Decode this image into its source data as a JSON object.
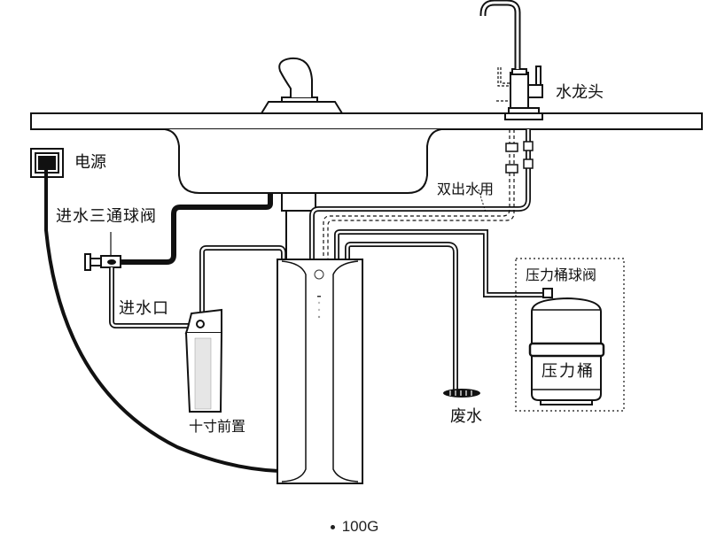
{
  "diagram": {
    "title": "Water purifier under-sink installation diagram",
    "labels": {
      "faucet": "水龙头",
      "power": "电源",
      "inlet_tee_valve": "进水三通球阀",
      "water_inlet": "进水口",
      "pre_filter": "十寸前置",
      "dual_outlet": "双出水用",
      "tank_valve": "压力桶球阀",
      "pressure_tank": "压力桶",
      "waste_water": "废水"
    },
    "caption": "100G",
    "colors": {
      "line": "#111111",
      "background": "#ffffff",
      "filter_media": "#e6e6e6"
    }
  }
}
